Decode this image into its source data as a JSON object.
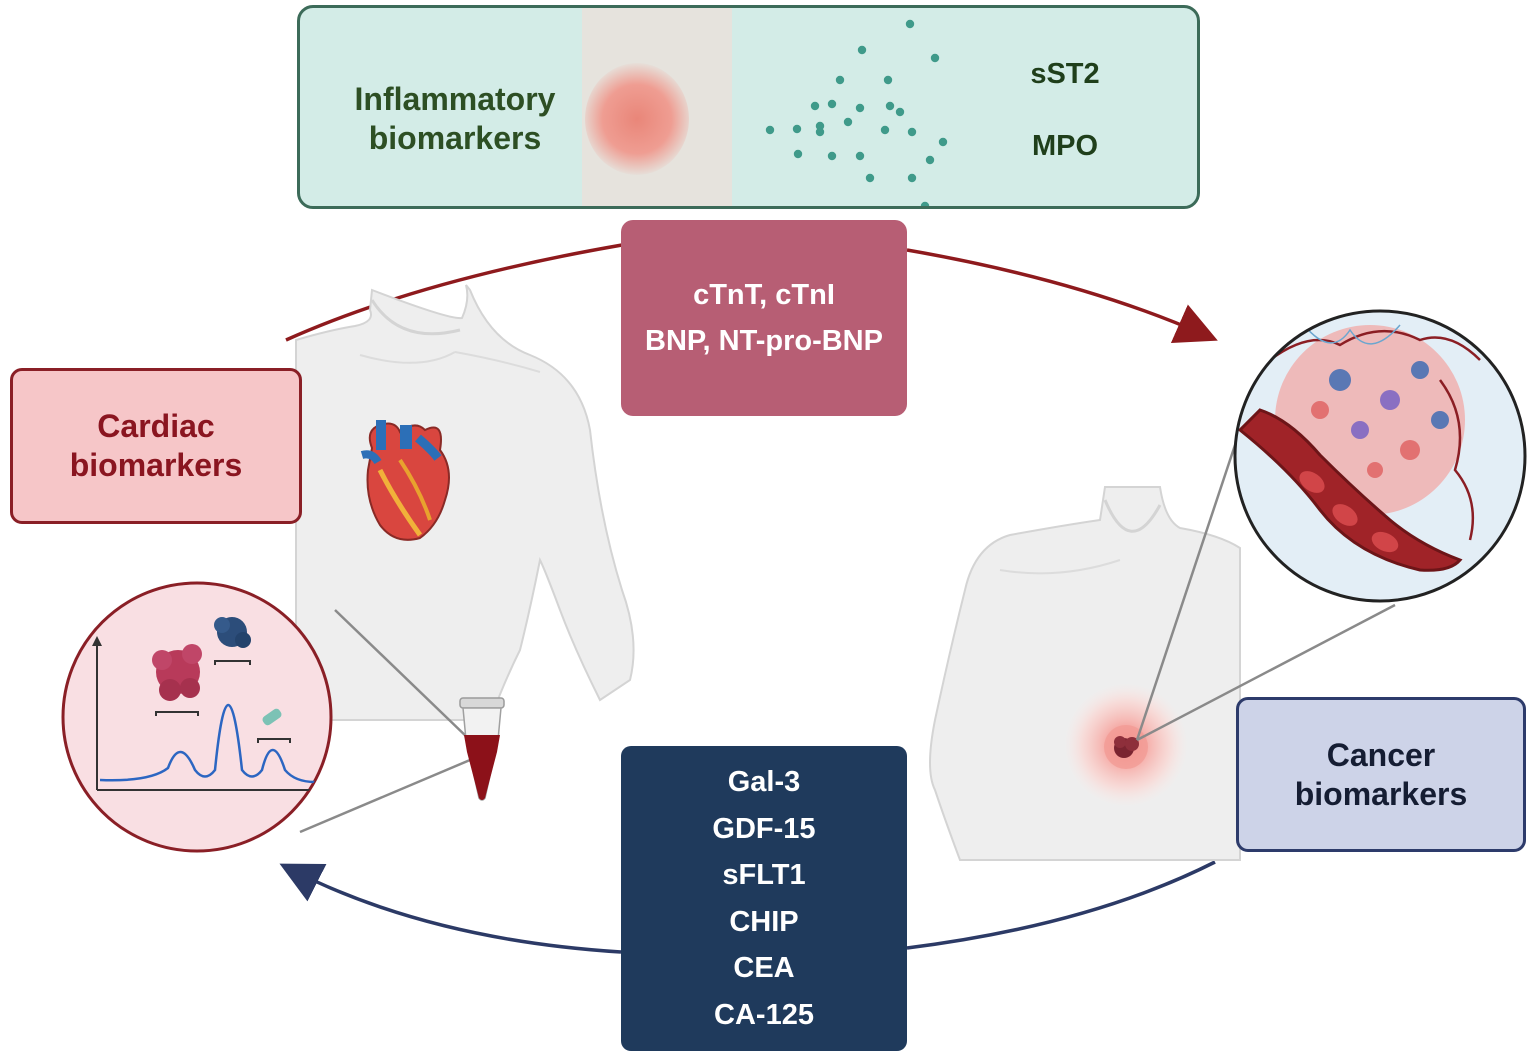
{
  "inflammatory": {
    "title_lines": [
      "Inflammatory",
      "biomarkers"
    ],
    "markers": [
      "sST2",
      "MPO"
    ]
  },
  "cardiac_markers": [
    "cTnT, cTnI",
    "BNP, NT-pro-BNP"
  ],
  "cardiac_label_lines": [
    "Cardiac",
    "biomarkers"
  ],
  "cancer_label_lines": [
    "Cancer",
    "biomarkers"
  ],
  "cancer_markers": [
    "Gal-3",
    "GDF-15",
    "sFLT1",
    "CHIP",
    "CEA",
    "CA-125"
  ],
  "colors": {
    "inflammatory_fill": "#d3ece7",
    "inflammatory_border": "#3c6b59",
    "cardiac_markers_fill": "#b75e74",
    "cardiac_label_fill": "#f6c6c8",
    "cardiac_accent": "#8a1f26",
    "cancer_label_fill": "#cdd3e8",
    "cancer_markers_fill": "#1f3a5c",
    "cancer_arrow": "#2c3a66",
    "cardiac_arrow": "#8e1a1d"
  },
  "icons": [
    "torso-left-illustration",
    "heart-icon",
    "blood-tube-icon",
    "chromatography-inset",
    "protein-icon",
    "torso-right-illustration",
    "tumor-icon",
    "tumor-microenvironment-inset",
    "cytokine-dots"
  ]
}
